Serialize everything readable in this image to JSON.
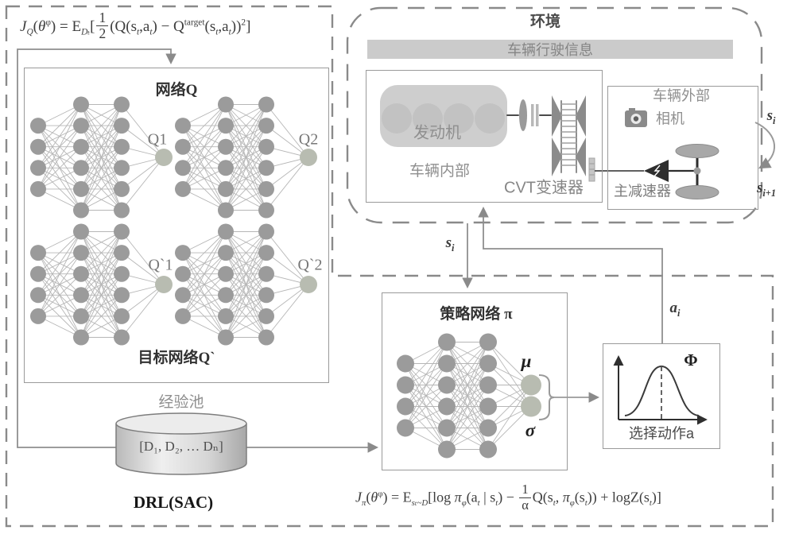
{
  "colors": {
    "dash": "#8a8a8a",
    "box_border": "#9a9a9a",
    "node": "#9b9b9b",
    "node_out": "#b8bcb1",
    "link": "#b6b6b6",
    "line": "#8f8f8f",
    "dark": "#3a3a3a",
    "bar_bg": "#cbcbcb",
    "engine_fill": "#cecece",
    "engine_circle": "#c2c2c2"
  },
  "formulas": {
    "q_loss": [
      {
        "t": "J",
        "y": "i"
      },
      {
        "t": "Q",
        "y": "b"
      },
      {
        "t": "(",
        "y": "n"
      },
      {
        "t": "θ",
        "y": "i"
      },
      {
        "t": "φ",
        "y": "p"
      },
      {
        "t": ") = E",
        "y": "n"
      },
      {
        "t": "Dₜ",
        "y": "b"
      },
      {
        "t": "[",
        "y": "n"
      },
      {
        "n": "1",
        "d": "2",
        "y": "f"
      },
      {
        "t": "(Q(s",
        "y": "n"
      },
      {
        "t": "t",
        "y": "b"
      },
      {
        "t": ",a",
        "y": "n"
      },
      {
        "t": "t",
        "y": "b"
      },
      {
        "t": ") − Q",
        "y": "n"
      },
      {
        "t": "target",
        "y": "p"
      },
      {
        "t": "(s",
        "y": "n"
      },
      {
        "t": "t",
        "y": "b"
      },
      {
        "t": ",a",
        "y": "n"
      },
      {
        "t": "t",
        "y": "b"
      },
      {
        "t": "))",
        "y": "n"
      },
      {
        "t": "2",
        "y": "p"
      },
      {
        "t": "]",
        "y": "n"
      }
    ],
    "pi_loss": [
      {
        "t": "J",
        "y": "i"
      },
      {
        "t": "π",
        "y": "b"
      },
      {
        "t": "(",
        "y": "n"
      },
      {
        "t": "θ",
        "y": "i"
      },
      {
        "t": "φ",
        "y": "p"
      },
      {
        "t": ") = E",
        "y": "n"
      },
      {
        "t": "sₜ~D",
        "y": "b"
      },
      {
        "t": "[log ",
        "y": "n"
      },
      {
        "t": "π",
        "y": "i"
      },
      {
        "t": "φ",
        "y": "b"
      },
      {
        "t": "(a",
        "y": "n"
      },
      {
        "t": "t",
        "y": "b"
      },
      {
        "t": " | s",
        "y": "n"
      },
      {
        "t": "t",
        "y": "b"
      },
      {
        "t": ") − ",
        "y": "n"
      },
      {
        "n": "1",
        "d": "α",
        "y": "f"
      },
      {
        "t": "Q(s",
        "y": "n"
      },
      {
        "t": "t",
        "y": "b"
      },
      {
        "t": ", ",
        "y": "n"
      },
      {
        "t": "π",
        "y": "i"
      },
      {
        "t": "φ",
        "y": "b"
      },
      {
        "t": "(s",
        "y": "n"
      },
      {
        "t": "t",
        "y": "b"
      },
      {
        "t": ")) + logZ(s",
        "y": "n"
      },
      {
        "t": "t",
        "y": "b"
      },
      {
        "t": ")]",
        "y": "n"
      }
    ]
  },
  "q_box": {
    "title": "网络Q",
    "target_title": "目标网络Q`",
    "net1_label": "Q1",
    "net2_label": "Q2",
    "net3_label": "Q`1",
    "net4_label": "Q`2"
  },
  "experience_pool": {
    "label": "经验池",
    "content": "[D₁, D₂, … Dₙ]"
  },
  "algorithm": "DRL(SAC)",
  "environment": {
    "title": "环境",
    "info_bar": "车辆行驶信息",
    "interior": {
      "label": "车辆内部",
      "engine": "发动机",
      "cvt": "CVT变速器"
    },
    "exterior": {
      "label": "车辆外部",
      "camera": "相机",
      "reducer": "主减速器"
    },
    "state_current": {
      "base": "s",
      "sub": "i"
    },
    "state_next": {
      "base": "s",
      "sub": "i+1"
    }
  },
  "policy": {
    "title": "策略网络 π",
    "mu": "μ",
    "sigma": "σ"
  },
  "action": {
    "phi": "Φ",
    "label": "选择动作a"
  },
  "arrows": {
    "state": {
      "base": "s",
      "sub": "i"
    },
    "action": {
      "base": "a",
      "sub": "i"
    }
  },
  "networks": {
    "q_layers": [
      4,
      6,
      6,
      1
    ],
    "policy_layers": [
      4,
      6,
      6,
      2
    ]
  }
}
